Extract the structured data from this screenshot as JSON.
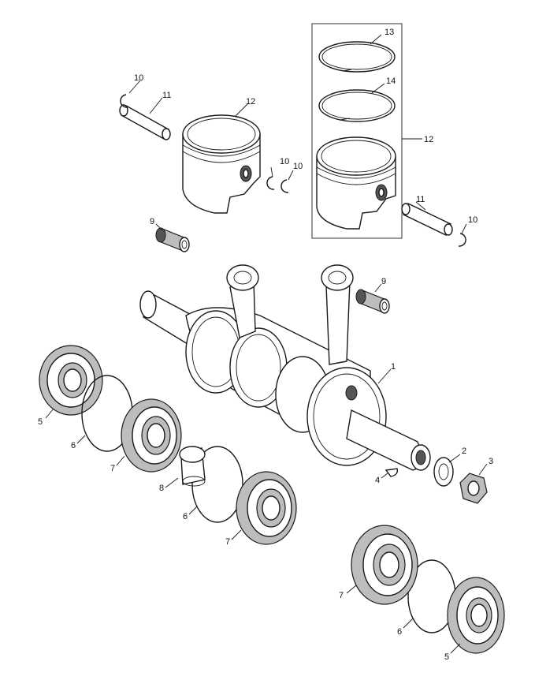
{
  "callouts": {
    "c1": "1",
    "c2": "2",
    "c3": "3",
    "c4": "4",
    "c5a": "5",
    "c5b": "5",
    "c6a": "6",
    "c6b": "6",
    "c6c": "6",
    "c7a": "7",
    "c7b": "7",
    "c7c": "7",
    "c8": "8",
    "c9a": "9",
    "c9b": "9",
    "c10a": "10",
    "c10b": "10",
    "c10c": "10",
    "c10d": "10",
    "c11a": "11",
    "c11b": "11",
    "c12a": "12",
    "c12b": "12",
    "c13": "13",
    "c14": "14"
  }
}
